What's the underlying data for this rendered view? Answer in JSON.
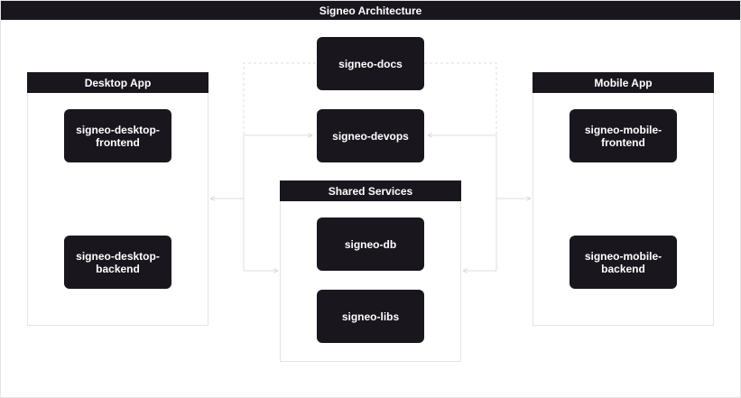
{
  "title": "Signeo Architecture",
  "groups": {
    "desktop": {
      "label": "Desktop App"
    },
    "shared": {
      "label": "Shared Services"
    },
    "mobile": {
      "label": "Mobile App"
    }
  },
  "nodes": {
    "docs": "signeo-docs",
    "devops": "signeo-devops",
    "desktop_frontend": "signeo-desktop-\nfrontend",
    "desktop_backend": "signeo-desktop-\nbackend",
    "db": "signeo-db",
    "libs": "signeo-libs",
    "mobile_frontend": "signeo-mobile-\nfrontend",
    "mobile_backend": "signeo-mobile-\nbackend"
  },
  "colors": {
    "node_fill": "#1a161e",
    "connector": "#dedede",
    "border": "#e4e4e4"
  }
}
